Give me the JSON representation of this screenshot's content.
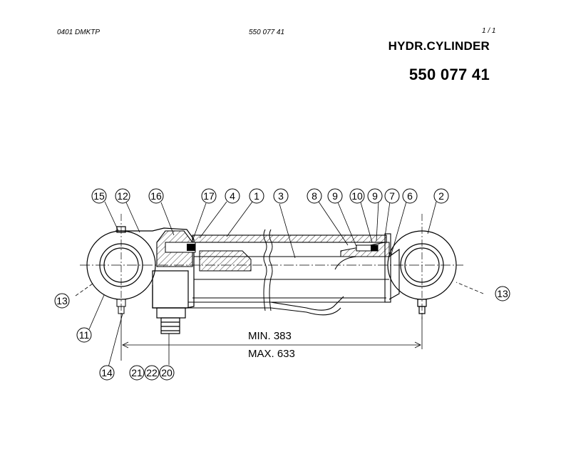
{
  "header": {
    "doc_code": "0401 DMKTP",
    "part_ref": "550 077 41",
    "page": "1 /  1"
  },
  "title": "HYDR.CYLINDER",
  "part_number": "550 077 41",
  "drawing": {
    "balloons": {
      "b15": "15",
      "b12": "12",
      "b16": "16",
      "b17": "17",
      "b4": "4",
      "b1": "1",
      "b3": "3",
      "b8": "8",
      "b9a": "9",
      "b10": "10",
      "b9b": "9",
      "b7": "7",
      "b6": "6",
      "b2": "2",
      "b13a": "13",
      "b13b": "13",
      "b11": "11",
      "b14": "14",
      "b21": "21",
      "b22": "22",
      "b20": "20"
    },
    "dimensions": {
      "min": "MIN. 383",
      "max": "MAX. 633"
    }
  }
}
